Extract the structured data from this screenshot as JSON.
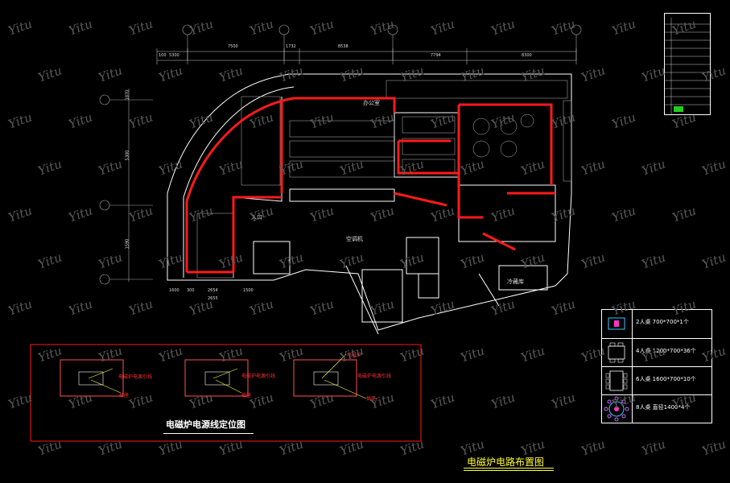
{
  "drawing": {
    "main_title": "电磁炉电路布置图",
    "sub_title": "电磁炉电源线定位图"
  },
  "rooms": {
    "office": "办公室",
    "entrance": "入口",
    "ac_unit": "空调机",
    "cold_storage": "冷藏库"
  },
  "dimensions_top": [
    "100",
    "5300",
    "7500",
    "1732",
    "8538",
    "7794",
    "8300"
  ],
  "dimensions_bottom": [
    "1600",
    "300",
    "2654",
    "1500",
    "2655"
  ],
  "dimensions_left": [
    "1870",
    "5300",
    "1590"
  ],
  "detail_labels": {
    "power_line": "电磁炉电源引线",
    "stove": "电磁炉",
    "socket": "插座"
  },
  "table_legend": [
    {
      "icon": "two-seat-table-icon",
      "label": "2人桌 700*700*1个"
    },
    {
      "icon": "four-seat-table-icon",
      "label": "4人桌 1200*700*36个"
    },
    {
      "icon": "six-seat-table-icon",
      "label": "6人桌 1600*700*10个"
    },
    {
      "icon": "round-table-icon",
      "label": "8人桌 直径1400*4个"
    }
  ],
  "colors": {
    "background": "#000000",
    "wiring": "#ff1a1a",
    "linework": "#ffffff",
    "title": "#ffff33",
    "watermark": "#5a5a5a"
  },
  "watermark_text": "Yitu"
}
